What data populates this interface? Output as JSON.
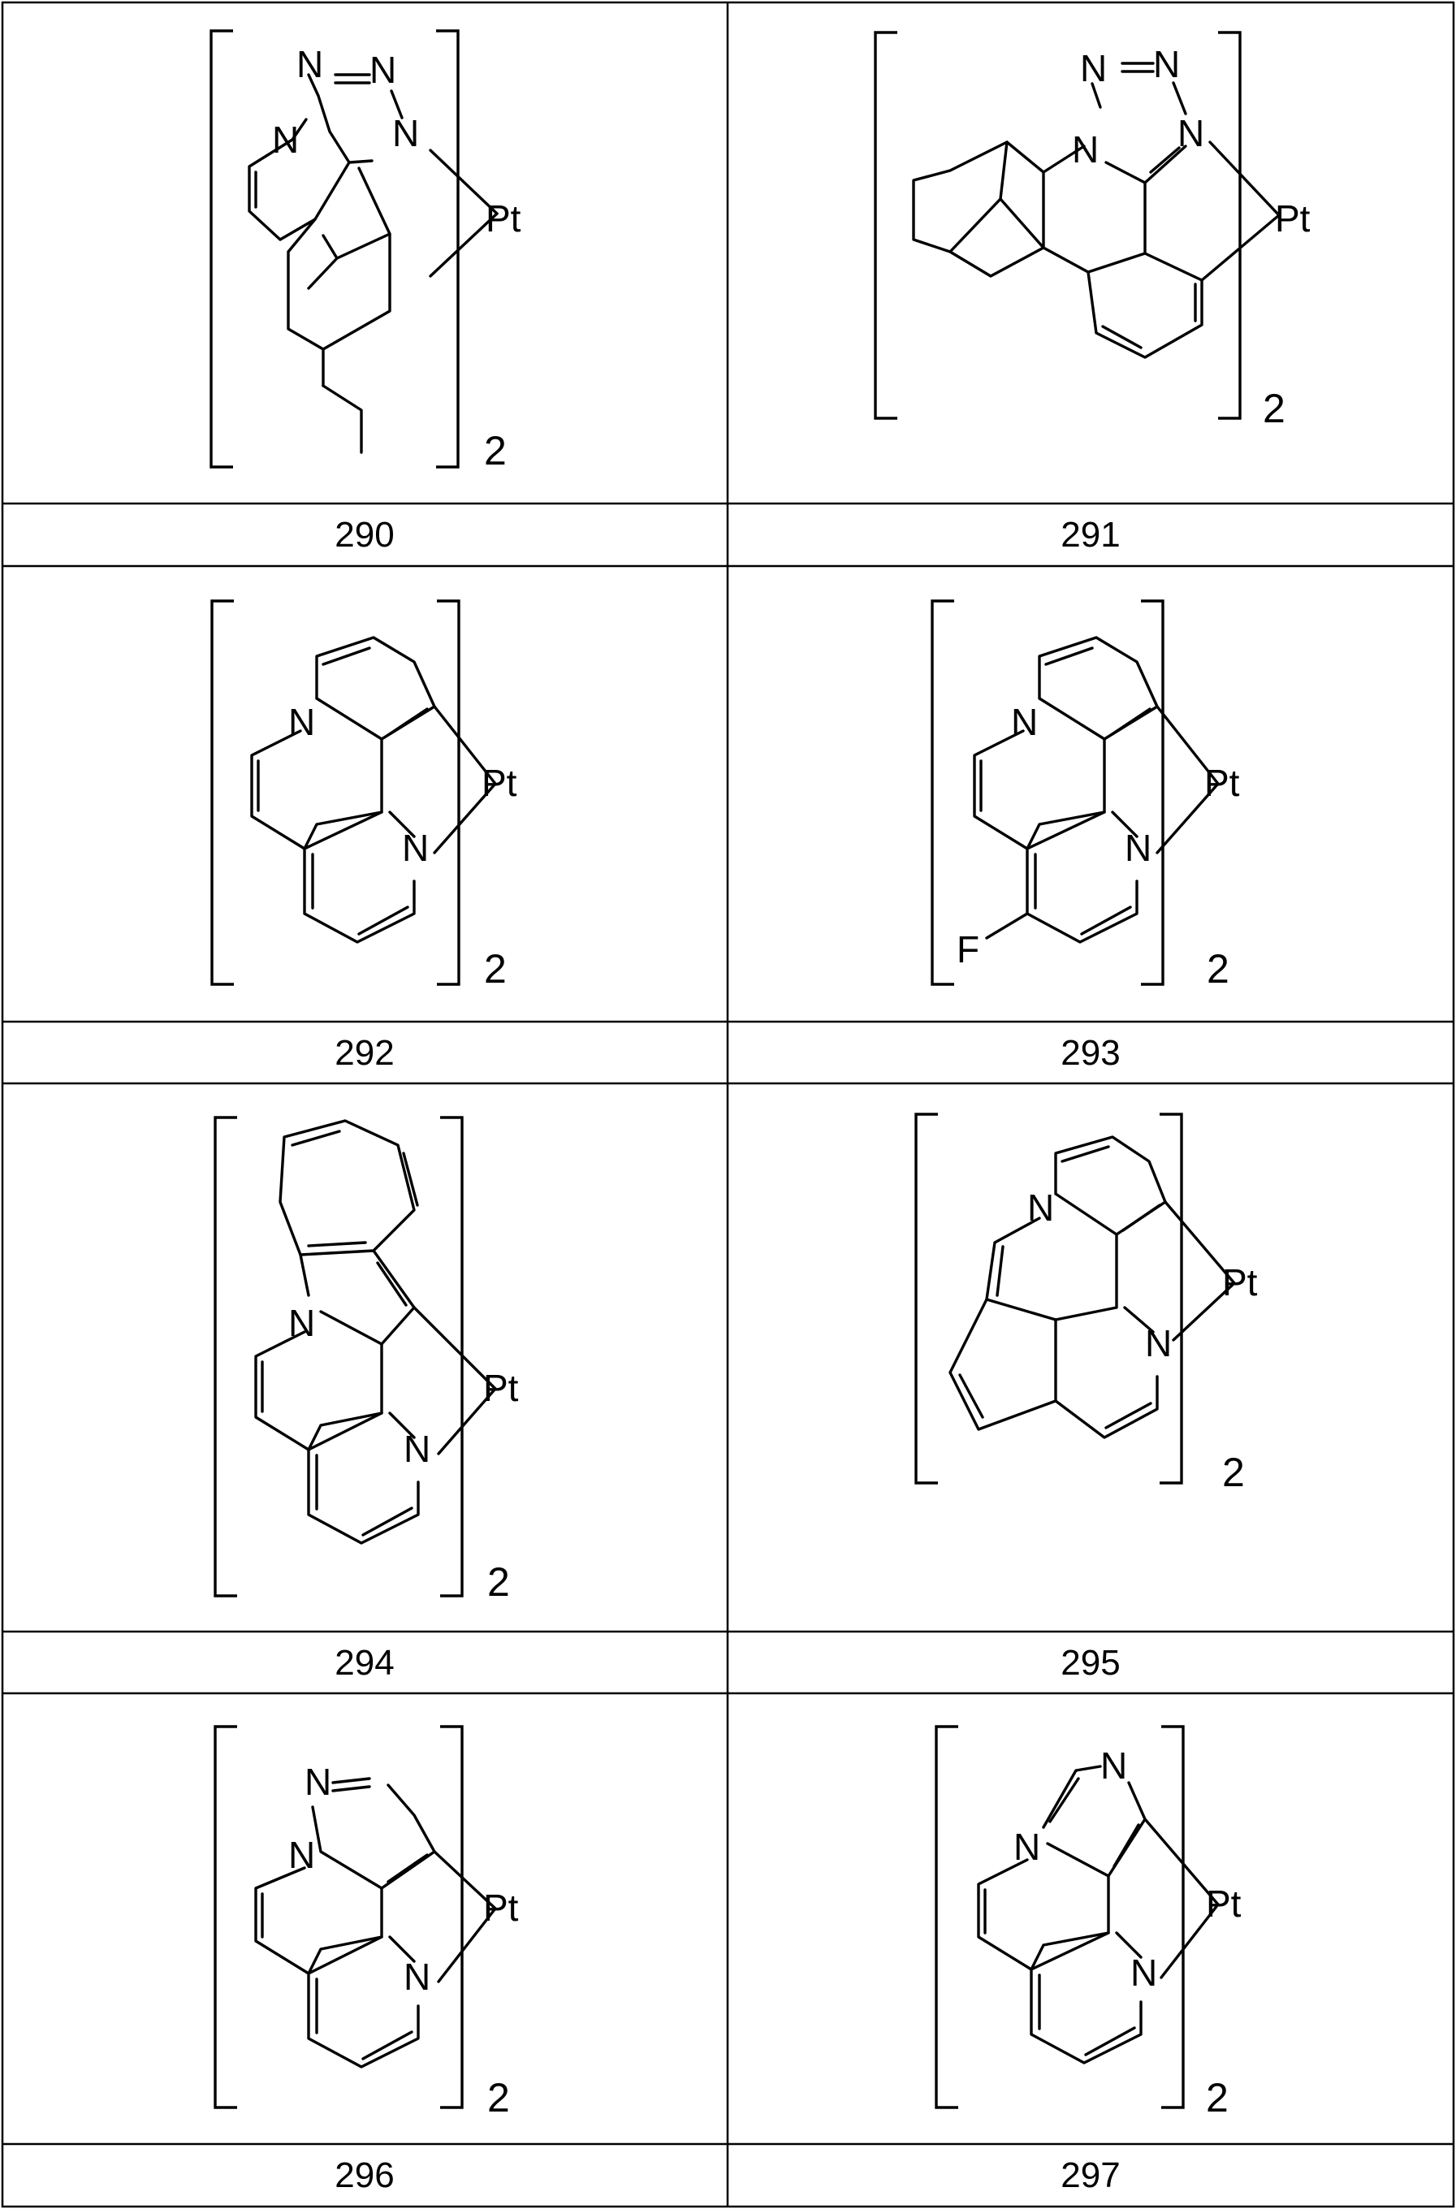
{
  "compounds": [
    {
      "id": "290",
      "multiplier": "2",
      "labels": {
        "n1": "N",
        "n2": "N",
        "n3": "N",
        "n4": "N",
        "pt": "Pt"
      }
    },
    {
      "id": "291",
      "multiplier": "2",
      "labels": {
        "n1": "N",
        "n2": "N",
        "n3": "N",
        "n4": "N",
        "pt": "Pt"
      }
    },
    {
      "id": "292",
      "multiplier": "2",
      "labels": {
        "n1": "N",
        "n2": "N",
        "pt": "Pt"
      }
    },
    {
      "id": "293",
      "multiplier": "2",
      "labels": {
        "n1": "N",
        "n2": "N",
        "pt": "Pt",
        "f": "F"
      }
    },
    {
      "id": "294",
      "multiplier": "2",
      "labels": {
        "n1": "N",
        "n2": "N",
        "pt": "Pt"
      }
    },
    {
      "id": "295",
      "multiplier": "2",
      "labels": {
        "n1": "N",
        "n2": "N",
        "pt": "Pt"
      }
    },
    {
      "id": "296",
      "multiplier": "2",
      "labels": {
        "n1": "N",
        "n2": "N",
        "n3": "N",
        "pt": "Pt"
      }
    },
    {
      "id": "297",
      "multiplier": "2",
      "labels": {
        "n1": "N",
        "n2": "N",
        "n3": "N",
        "pt": "Pt"
      }
    }
  ]
}
